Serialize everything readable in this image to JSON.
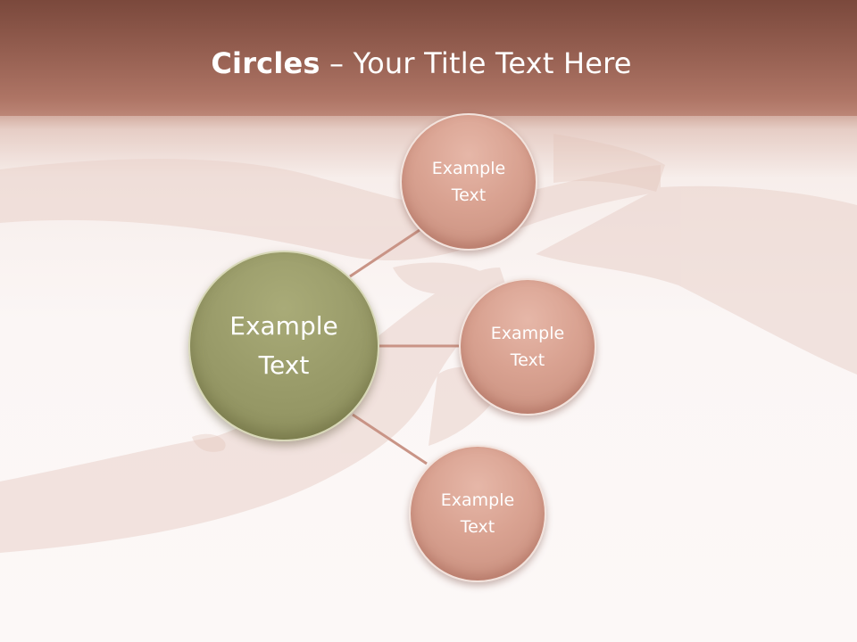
{
  "slide": {
    "title_bold": "Circles",
    "title_rest": " – Your Title Text Here"
  },
  "diagram": {
    "center": {
      "label": "Example\nText",
      "color": "#999b69"
    },
    "nodes": [
      {
        "label": "Example\nText",
        "color": "#d9a291"
      },
      {
        "label": "Example\nText",
        "color": "#d9a291"
      },
      {
        "label": "Example\nText",
        "color": "#d9a291"
      }
    ],
    "connector_color": "#c99486"
  }
}
